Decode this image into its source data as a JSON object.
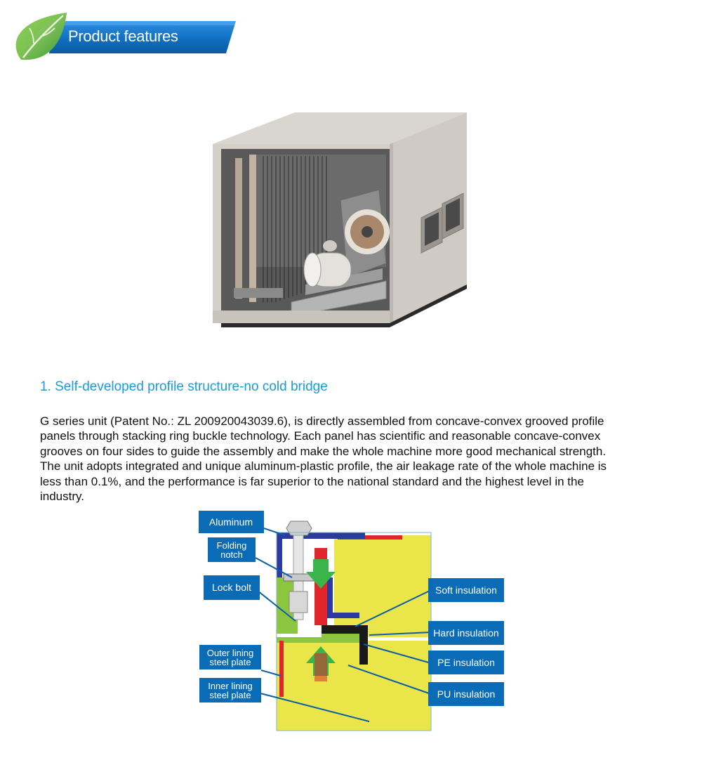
{
  "header": {
    "title": "Product features",
    "colors": {
      "banner": "#1272c4",
      "leaf": "#5fb43a"
    },
    "icon": "leaf-icon"
  },
  "product_image": {
    "icon": "air-handling-unit-illustration"
  },
  "section": {
    "heading": "1. Self-developed profile structure-no cold bridge",
    "heading_color": "#1b9bd7",
    "lines": [
      "G series unit (Patent No.: ZL 200920043039.6), is directly assembled from concave-convex grooved profile",
      "panels through stacking ring buckle technology. Each panel has scientific and reasonable concave-convex",
      "grooves on four sides to guide the assembly and make the whole machine more good mechanical strength.",
      "The unit adopts integrated and unique aluminum-plastic profile, the air leakage rate of the whole machine is",
      "less than 0.1%, and the performance is far superior to the national standard and the highest level in the",
      "industry."
    ]
  },
  "diagram": {
    "label_color": "#0a6bb6",
    "left_labels": {
      "aluminum": "Aluminum",
      "folding_1": "Folding",
      "folding_2": "notch",
      "lock_bolt": "Lock bolt",
      "outer_1": "Outer lining",
      "outer_2": "steel plate",
      "inner_1": "Inner lining",
      "inner_2": "steel plate"
    },
    "right_labels": {
      "soft": "Soft insulation",
      "hard": "Hard insulation",
      "pe": "PE insulation",
      "pu": "PU insulation"
    }
  }
}
